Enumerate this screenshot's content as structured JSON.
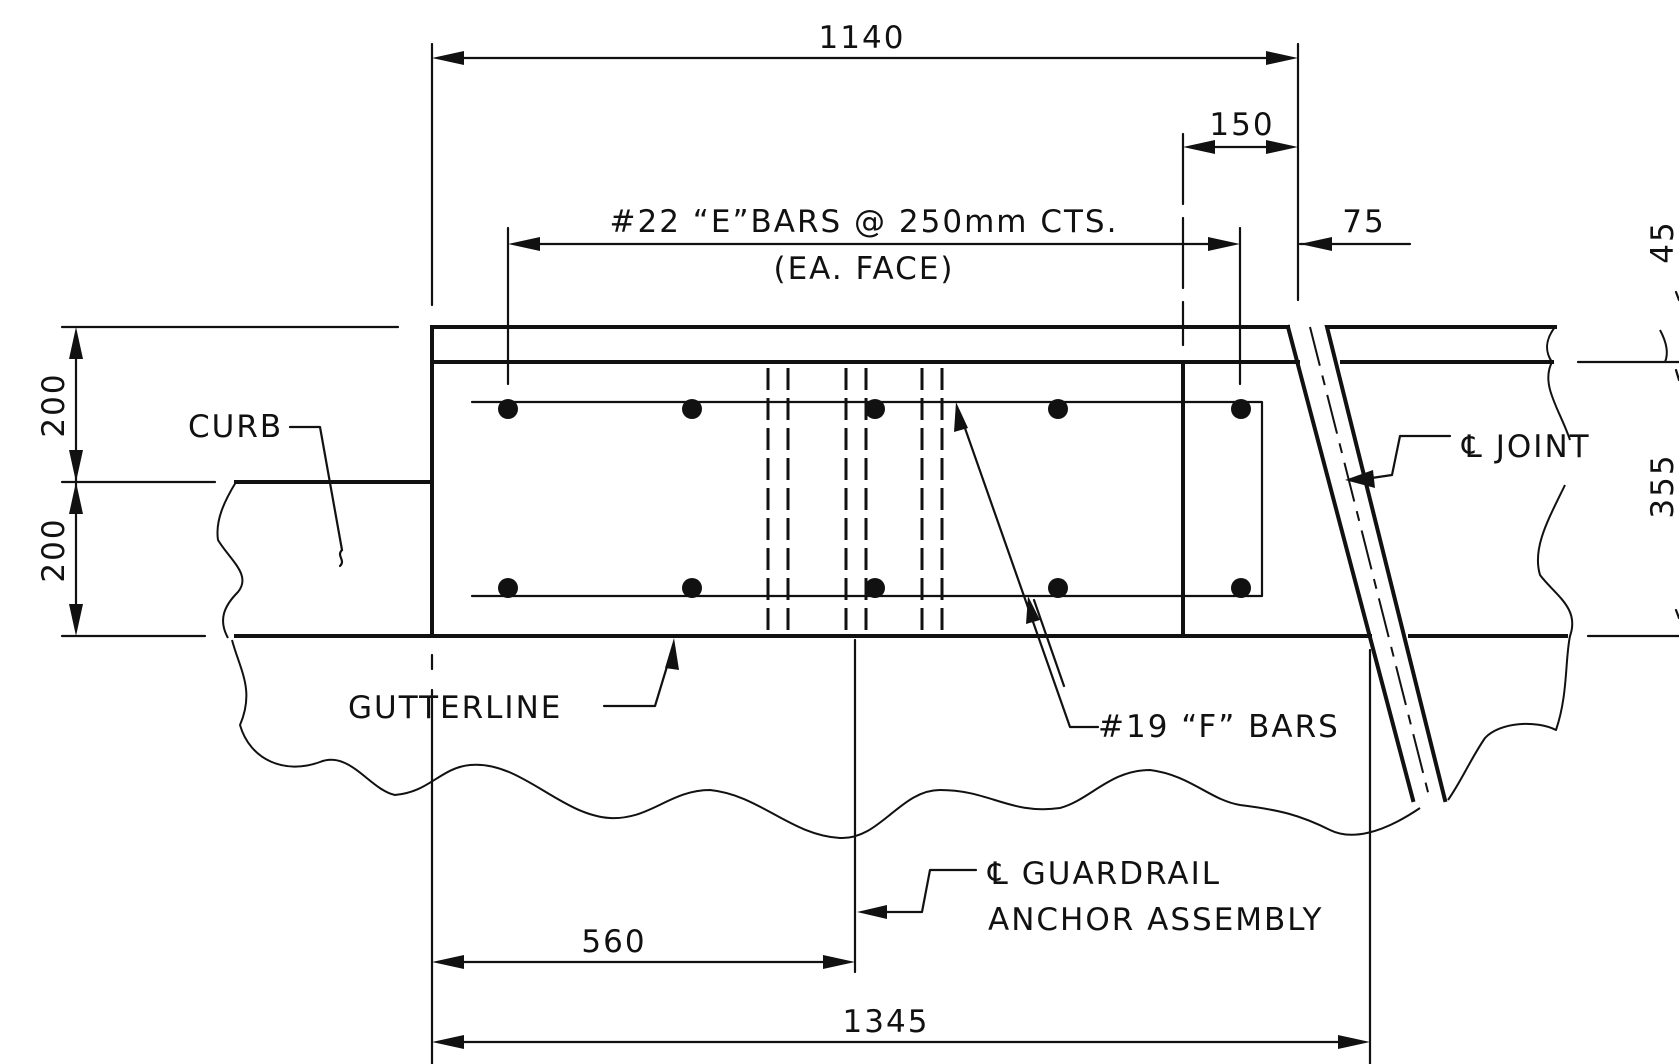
{
  "dimensions": {
    "top_overall": "1140",
    "top_right_width": "150",
    "joint_gap": "75",
    "right_top": "45",
    "right_depth": "355",
    "left_upper": "200",
    "left_lower": "200",
    "bottom_anchor": "560",
    "bottom_overall": "1345"
  },
  "labels": {
    "e_bars_line1": "#22 “E”BARS @ 250mm CTS.",
    "e_bars_line2": "(EA. FACE)",
    "curb": "CURB",
    "joint": "℄ JOINT",
    "gutterline": "GUTTERLINE",
    "f_bars": "#19 “F” BARS",
    "guardrail_line1": "℄ GUARDRAIL",
    "guardrail_line2": "ANCHOR ASSEMBLY"
  }
}
